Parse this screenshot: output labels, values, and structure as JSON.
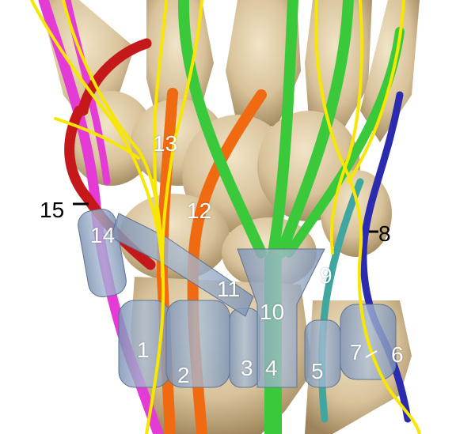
{
  "labels": {
    "l1": "1",
    "l2": "2",
    "l3": "3",
    "l4": "4",
    "l5": "5",
    "l6": "6",
    "l7": "7",
    "l8": "8",
    "l9": "9",
    "l10": "10",
    "l11": "11",
    "l12": "12",
    "l13": "13",
    "l14": "14",
    "l15": "15"
  },
  "colors": {
    "background": "#ffffff",
    "bone": "#dcc9a3",
    "bone_shadow": "#a58f67",
    "sheath": "#8ea6c4",
    "green_tendon": "#39c93a",
    "orange_tendon": "#f06a12",
    "magenta_tendon": "#e43ad6",
    "red_artery": "#c4181b",
    "blue_tendon": "#2b2bb0",
    "teal_tendon": "#3fa7a0",
    "yellow_nerve": "#f6e600",
    "label_light": "#ffffff",
    "label_dark": "#000000"
  }
}
